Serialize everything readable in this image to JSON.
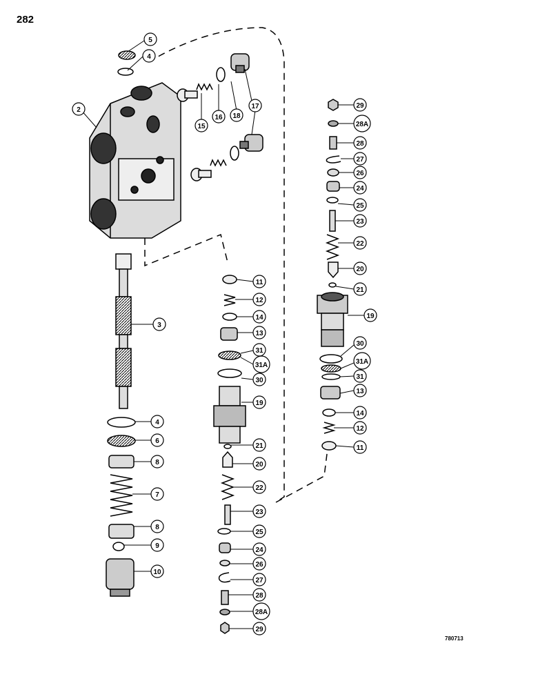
{
  "page_number": "282",
  "figure_code": "780713",
  "callouts": {
    "c2": "2",
    "c3": "3",
    "c4a": "4",
    "c4b": "4",
    "c5": "5",
    "c6": "6",
    "c7": "7",
    "c8a": "8",
    "c8b": "8",
    "c9": "9",
    "c10": "10",
    "c11a": "11",
    "c11b": "11",
    "c12a": "12",
    "c12b": "12",
    "c13a": "13",
    "c13b": "13",
    "c14a": "14",
    "c14b": "14",
    "c15": "15",
    "c16": "16",
    "c17": "17",
    "c18": "18",
    "c19a": "19",
    "c19b": "19",
    "c20a": "20",
    "c20b": "20",
    "c21a": "21",
    "c21b": "21",
    "c22a": "22",
    "c22b": "22",
    "c23a": "23",
    "c23b": "23",
    "c24a": "24",
    "c24b": "24",
    "c25a": "25",
    "c25b": "25",
    "c26a": "26",
    "c26b": "26",
    "c27a": "27",
    "c27b": "27",
    "c28a": "28",
    "c28b": "28",
    "c28Aa": "28A",
    "c28Ab": "28A",
    "c29a": "29",
    "c29b": "29",
    "c30a": "30",
    "c30b": "30",
    "c31a": "31",
    "c31b": "31",
    "c31Aa": "31A",
    "c31Ab": "31A"
  }
}
